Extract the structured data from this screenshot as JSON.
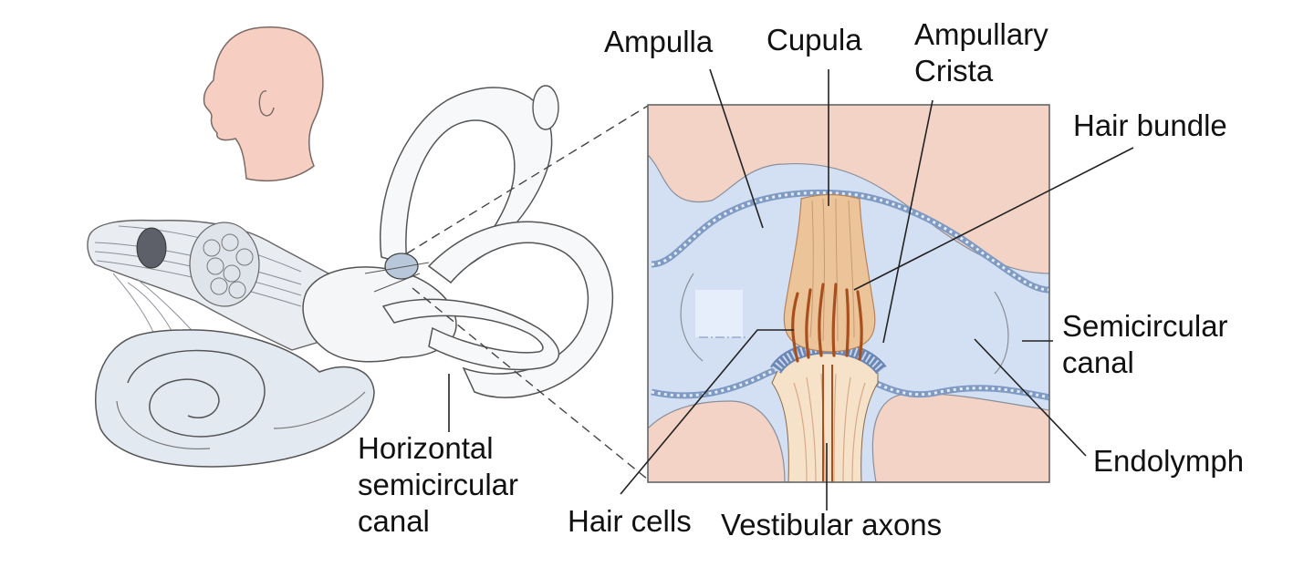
{
  "labels": {
    "ampulla": "Ampulla",
    "cupula": "Cupula",
    "ampullary_crista": [
      "Ampullary",
      "Crista"
    ],
    "hair_bundle": "Hair bundle",
    "semicircular_canal": [
      "Semicircular",
      "canal"
    ],
    "endolymph": "Endolymph",
    "vestibular_axons": "Vestibular axons",
    "hair_cells": "Hair cells",
    "horizontal_canal": [
      "Horizontal",
      "semicircular",
      "canal"
    ]
  },
  "colors": {
    "fluid_blue": "#d3dff3",
    "tissue_pink": "#f2d3c6",
    "cupula_tan": "#ecc49a",
    "axon_fill": "#f6e2c8",
    "hair_brown": "#a8501d",
    "outline": "#555555",
    "membrane": "#7f9bc4",
    "skin": "#f6cfc2",
    "labyrinth_bone": "#e9ecf1"
  }
}
